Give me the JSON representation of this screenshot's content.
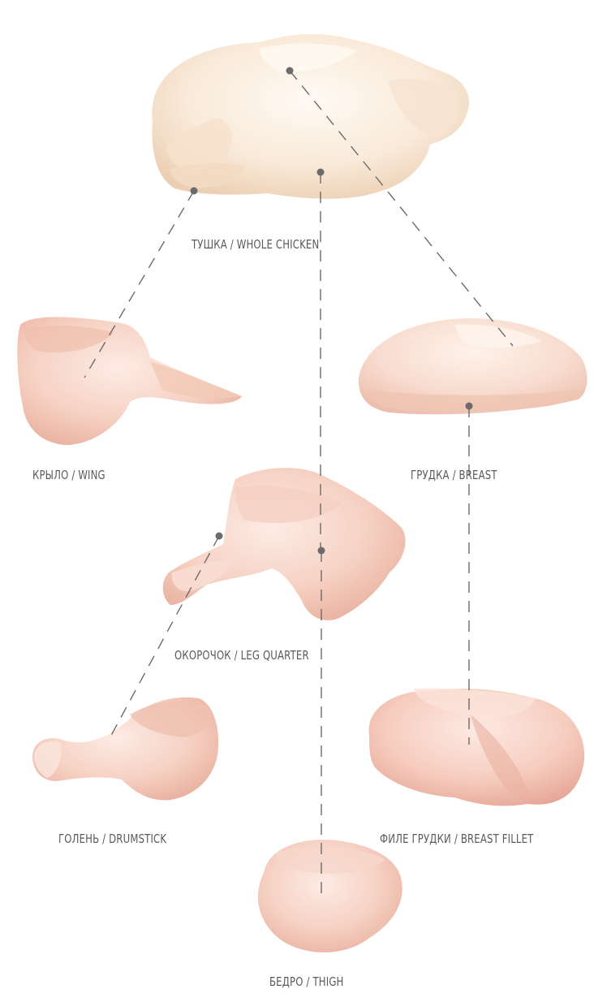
{
  "labels": {
    "whole_chicken": "ТУШКА / WHOLE CHICKEN",
    "wing": "КРЫЛО / WING",
    "breast": "ГРУДКА / BREAST",
    "leg_quarter": "ОКОРОЧОК / LEG QUARTER",
    "drumstick": "ГОЛЕНЬ / DRUMSTICK",
    "breast_fillet": "ФИЛЕ ГРУДКИ / BREAST FILLET",
    "thigh": "БЕДРО / THIGH"
  },
  "colors": {
    "text": "#5a5a5a",
    "connector": "#6b6b6b",
    "meat_light": "#fbe3da",
    "meat_mid": "#f5cdbf",
    "meat_dark": "#e9b3a2",
    "skin_light": "#fdf1e6",
    "skin_mid": "#f4dcc6"
  }
}
